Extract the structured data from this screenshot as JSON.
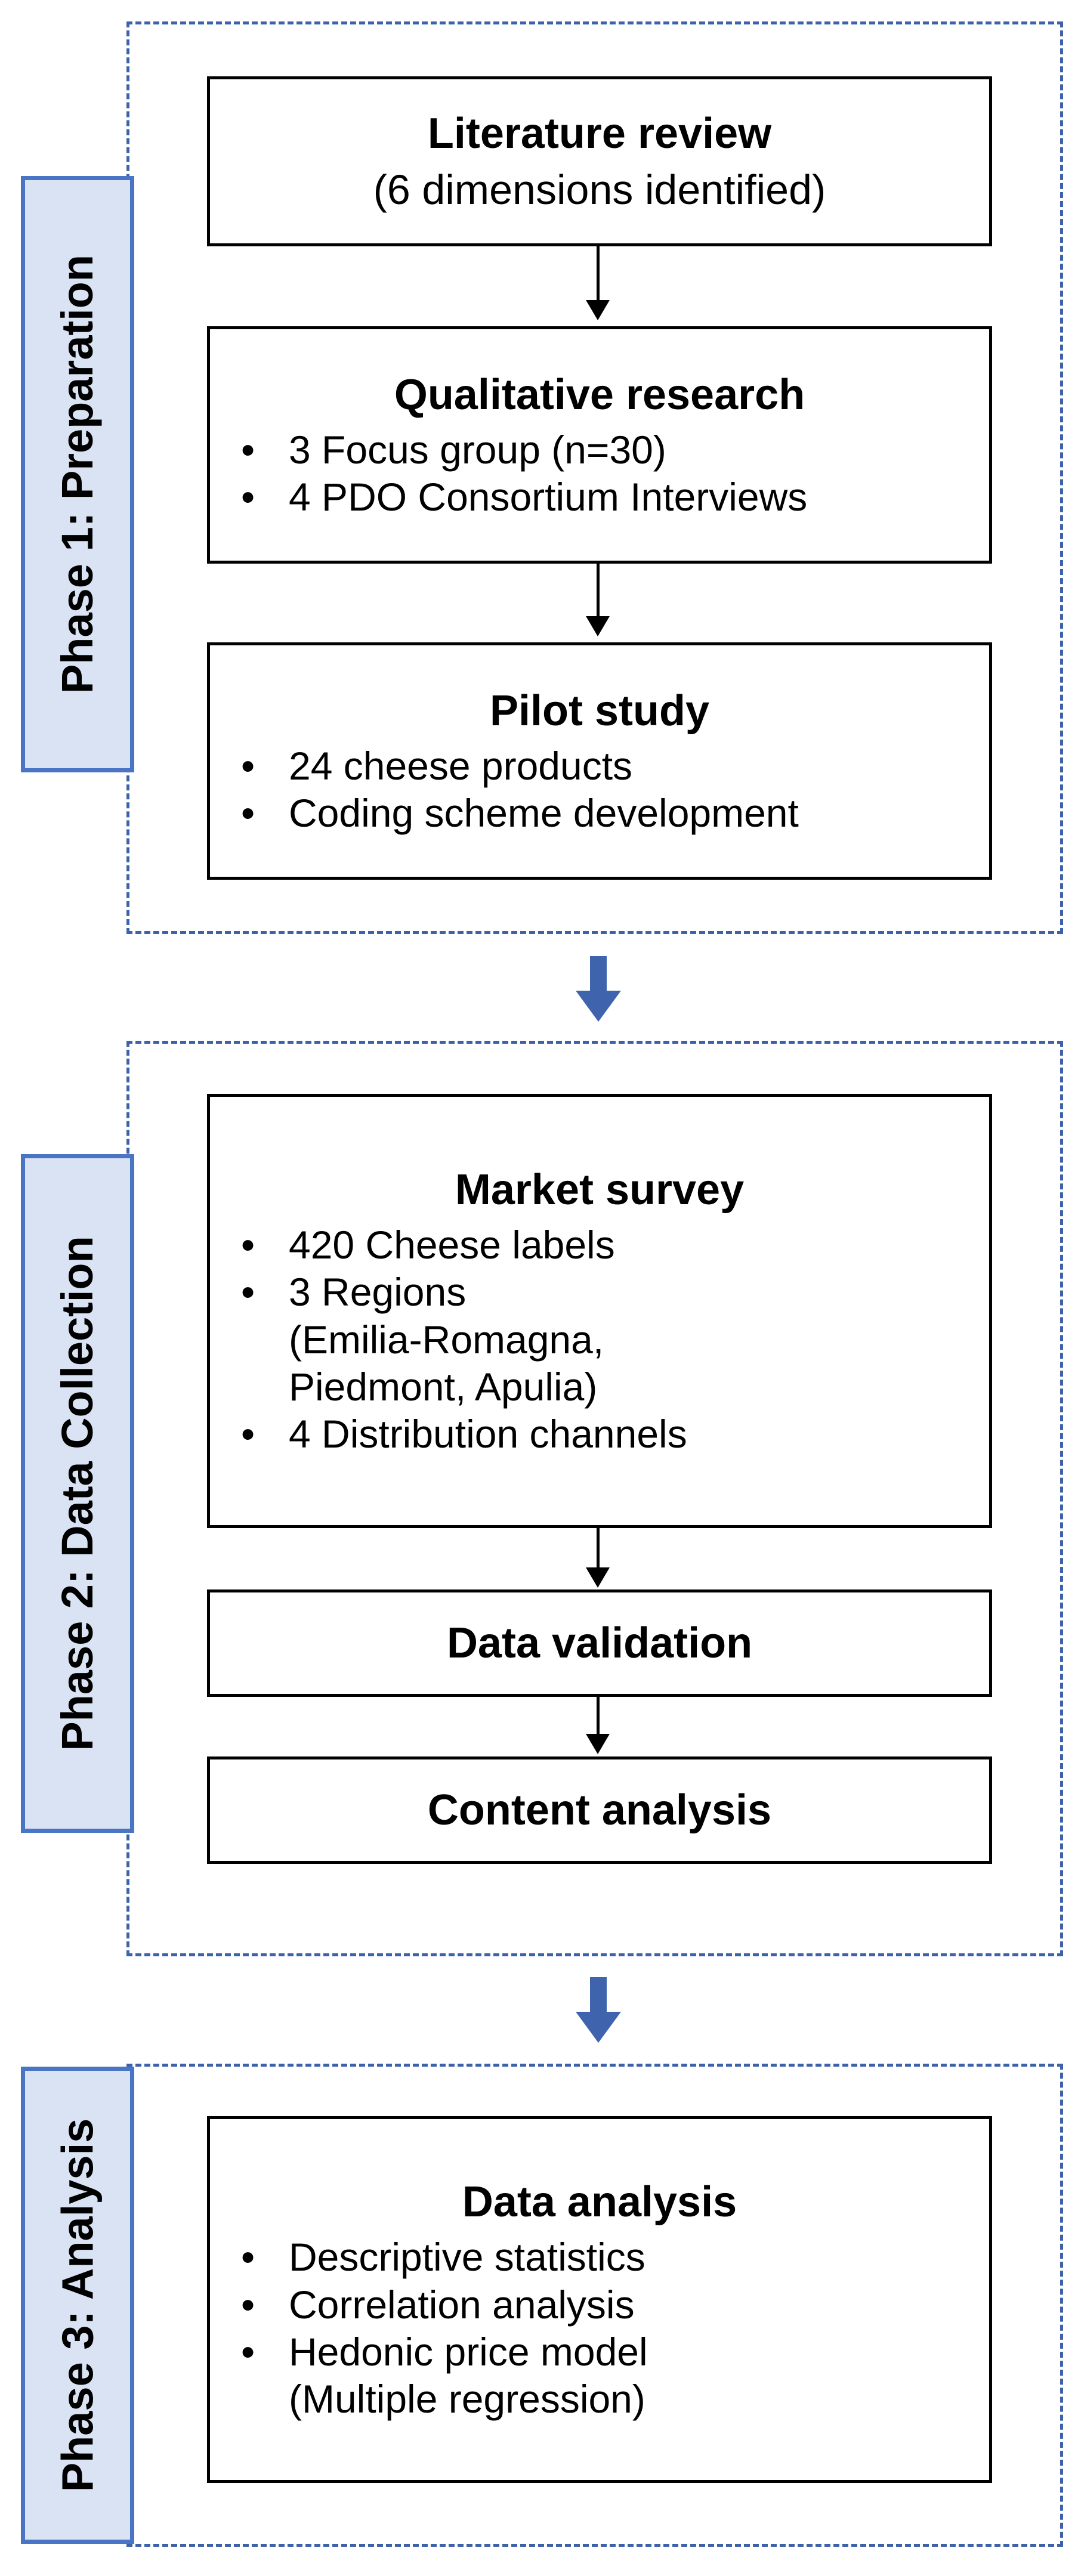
{
  "phases": [
    {
      "tab_label": "Phase 1: Preparation",
      "steps": [
        {
          "title": "Literature review",
          "subtitle": "(6 dimensions identified)"
        },
        {
          "title": "Qualitative research",
          "bullets": [
            "3 Focus group (n=30)",
            "4 PDO Consortium Interviews"
          ]
        },
        {
          "title": "Pilot study",
          "bullets": [
            "24 cheese products",
            "Coding scheme development"
          ]
        }
      ]
    },
    {
      "tab_label": "Phase 2: Data Collection",
      "steps": [
        {
          "title": "Market survey",
          "bullets": [
            "420 Cheese labels",
            "3 Regions",
            "4 Distribution channels"
          ],
          "bullet_continuation": "(Emilia-Romagna,\nPiedmont, Apulia)"
        },
        {
          "title": "Data validation"
        },
        {
          "title": "Content analysis"
        }
      ]
    },
    {
      "tab_label": "Phase 3: Analysis",
      "steps": [
        {
          "title": "Data analysis",
          "bullets": [
            "Descriptive statistics",
            "Correlation analysis",
            "Hedonic price model"
          ],
          "bullet_continuation": "(Multiple regression)"
        }
      ]
    }
  ],
  "bullet_glyph": "•",
  "colors": {
    "frame_dash": "#3d62aa",
    "tab_fill": "#dae3f3",
    "tab_border": "#4a74c4",
    "phase_arrow": "#3f64ad",
    "box_border": "#000000"
  }
}
